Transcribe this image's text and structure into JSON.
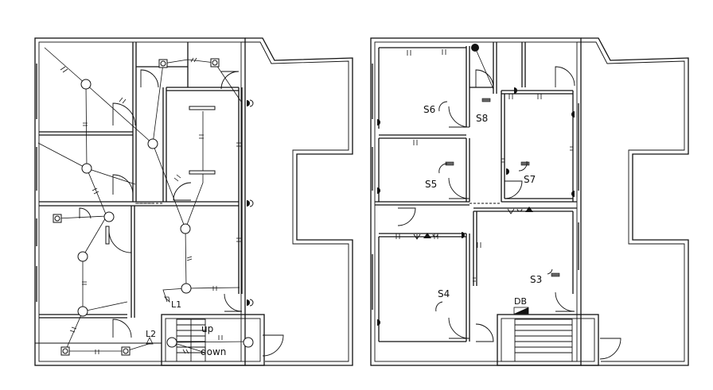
{
  "plans": {
    "left": {
      "labels": {
        "l1": "L1",
        "l2": "L2",
        "up": "up",
        "down": "down"
      }
    },
    "right": {
      "labels": {
        "s3": "S3",
        "s4": "S4",
        "s5": "S5",
        "s6": "S6",
        "s7": "S7",
        "s8": "S8",
        "db": "DB"
      }
    }
  }
}
